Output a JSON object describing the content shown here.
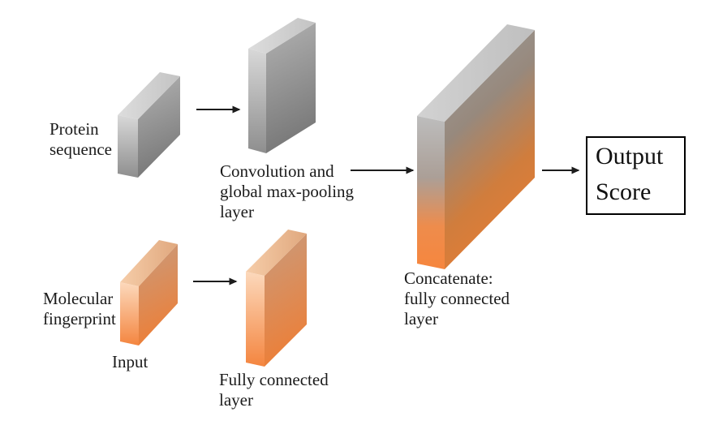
{
  "figure": {
    "type": "neural-network-architecture-diagram",
    "description": "Two-branch deep learning model: protein sequence branch and molecular fingerprint branch concatenated into a fully connected layer producing an output score",
    "background": "#ffffff"
  },
  "labels": {
    "protein_sequence": [
      "Protein",
      "sequence"
    ],
    "convolution_layer": [
      "Convolution and",
      "global max-pooling",
      "layer"
    ],
    "molecular_fingerprint": [
      "Molecular",
      "fingerprint"
    ],
    "input_caption": "Input",
    "fully_connected_layer": [
      "Fully connected",
      "layer"
    ],
    "concatenate_layer": [
      "Concatenate:",
      "fully connected",
      "layer"
    ],
    "output_score": [
      "Output",
      "Score"
    ]
  },
  "colors": {
    "text": "#1b1b1b",
    "arrow": "#1c1c1c",
    "output_box_border": "#000000",
    "gray_front_top": "#d8d8d8",
    "gray_front_bottom": "#8e8e8e",
    "gray_side_top": "#b2b2b2",
    "gray_side_bottom": "#787878",
    "gray_top_light": "#dddddd",
    "gray_top_dark": "#c3c3c3",
    "orange_front_top": "#fcd9bc",
    "orange_front_bottom": "#f4853f",
    "orange_side_top": "#c99b7d",
    "orange_side_bottom": "#ec7f38",
    "orange_top_light": "#f6cda9",
    "orange_top_dark": "#e0a87e",
    "mix_front_top": "#bdbdbd",
    "mix_front_mid": "#ab9f97",
    "mix_front_low": "#ee8c4c",
    "mix_front_bottom": "#f6863e",
    "mix_side_top": "#9e9e9e",
    "mix_side_mid": "#97897d",
    "mix_side_low": "#d07d3d",
    "mix_side_bottom": "#e27d36",
    "mix_top_light": "#d2d2d2",
    "mix_top_dark": "#bfbfbf"
  }
}
